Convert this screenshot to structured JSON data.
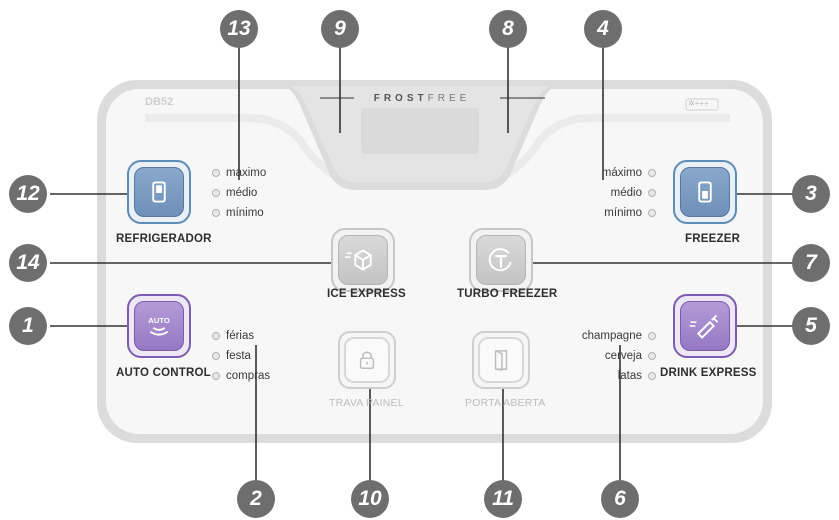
{
  "panel": {
    "model": "DB52",
    "brand_bold": "FROST",
    "brand_light": "FREE",
    "energy_badge": "✲+++"
  },
  "buttons": {
    "refrigerador": {
      "label": "REFRIGERADOR",
      "icon": "switch-icon"
    },
    "freezer": {
      "label": "FREEZER",
      "icon": "switch-icon"
    },
    "ice_express": {
      "label": "ICE EXPRESS",
      "icon": "ice-cube-icon"
    },
    "turbo_freezer": {
      "label": "TURBO FREEZER",
      "icon": "turbo-icon"
    },
    "auto_control": {
      "label": "AUTO CONTROL",
      "icon": "auto-wave-icon",
      "icon_text": "AUTO"
    },
    "drink_express": {
      "label": "DRINK EXPRESS",
      "icon": "bottle-icon"
    },
    "trava_painel": {
      "label": "TRAVA PAINEL",
      "icon": "lock-icon"
    },
    "porta_aberta": {
      "label": "PORTA ABERTA",
      "icon": "door-icon"
    }
  },
  "refrigerador_levels": [
    "máximo",
    "médio",
    "mínimo"
  ],
  "freezer_levels": [
    "máximo",
    "médio",
    "mínimo"
  ],
  "auto_modes": [
    "férias",
    "festa",
    "compras"
  ],
  "drink_modes": [
    "champagne",
    "cerveja",
    "latas"
  ],
  "callouts": [
    "13",
    "9",
    "8",
    "4",
    "12",
    "3",
    "14",
    "7",
    "1",
    "5",
    "2",
    "10",
    "11",
    "6"
  ],
  "colors": {
    "blue_button": "#7b9ac2",
    "purple_button": "#a286cd",
    "callout": "#6e6e6e",
    "panel_border": "#d2d2d2"
  }
}
